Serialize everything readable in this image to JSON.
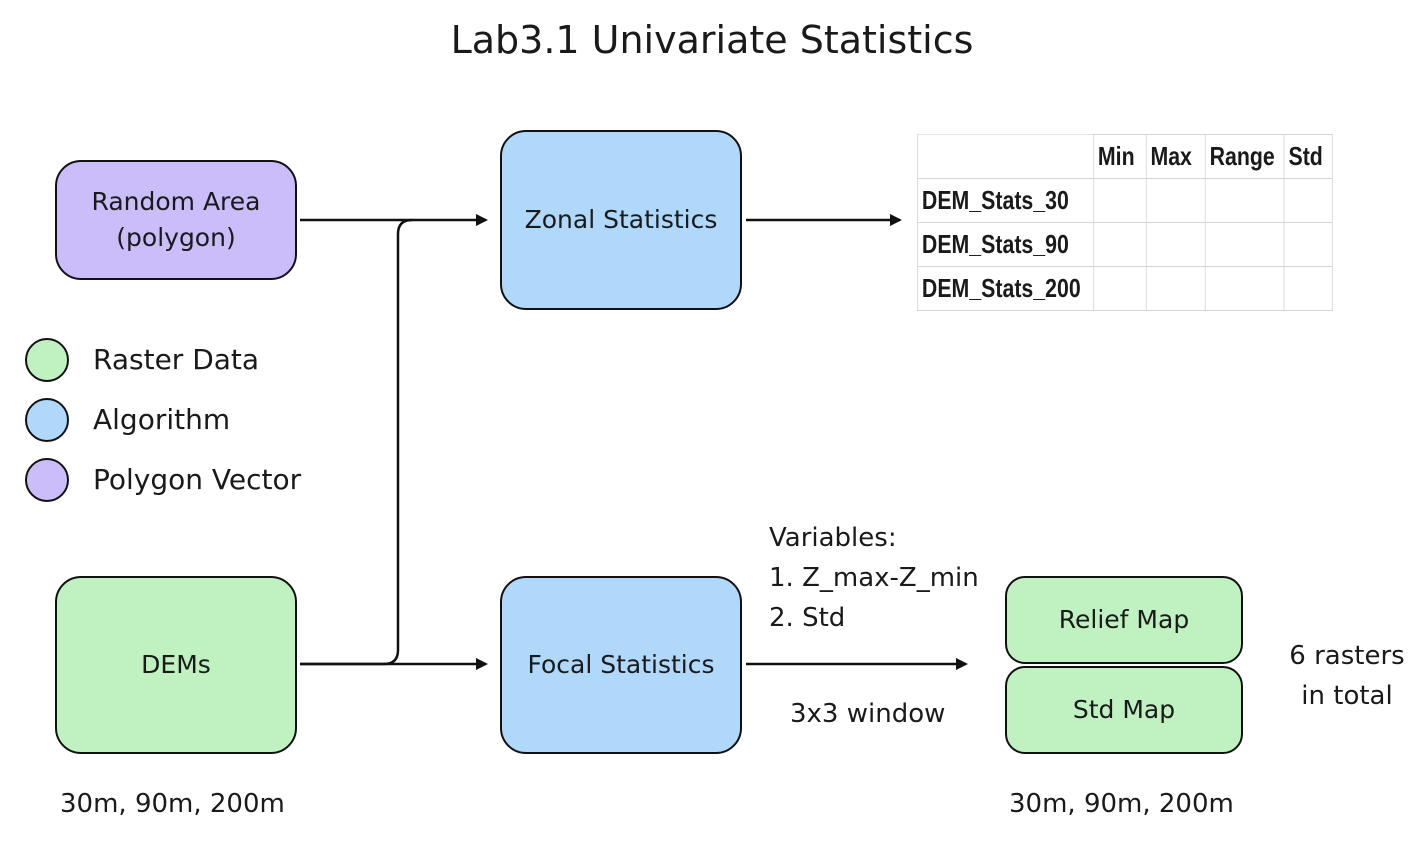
{
  "title": "Lab3.1 Univariate Statistics",
  "nodes": {
    "random_area": [
      "Random Area",
      "(polygon)"
    ],
    "dems": "DEMs",
    "zonal": "Zonal Statistics",
    "focal": "Focal Statistics",
    "relief_map": "Relief Map",
    "std_map": "Std Map"
  },
  "legend": [
    {
      "label": "Raster Data",
      "color": "#c0f1c0"
    },
    {
      "label": "Algorithm",
      "color": "#b0d8fb"
    },
    {
      "label": "Polygon Vector",
      "color": "#cbbdfa"
    }
  ],
  "annotations": {
    "variables": [
      "Variables:",
      "1. Z_max-Z_min",
      "2. Std"
    ],
    "window": "3x3 window",
    "dem_res": "30m, 90m, 200m",
    "out_res": "30m, 90m, 200m",
    "total": [
      "6 rasters",
      "in total"
    ]
  },
  "stats_table": {
    "columns": [
      "",
      "Min",
      "Max",
      "Range",
      "Std"
    ],
    "rows": [
      [
        "DEM_Stats_30",
        "",
        "",
        "",
        ""
      ],
      [
        "DEM_Stats_90",
        "",
        "",
        "",
        ""
      ],
      [
        "DEM_Stats_200",
        "",
        "",
        "",
        ""
      ]
    ]
  }
}
